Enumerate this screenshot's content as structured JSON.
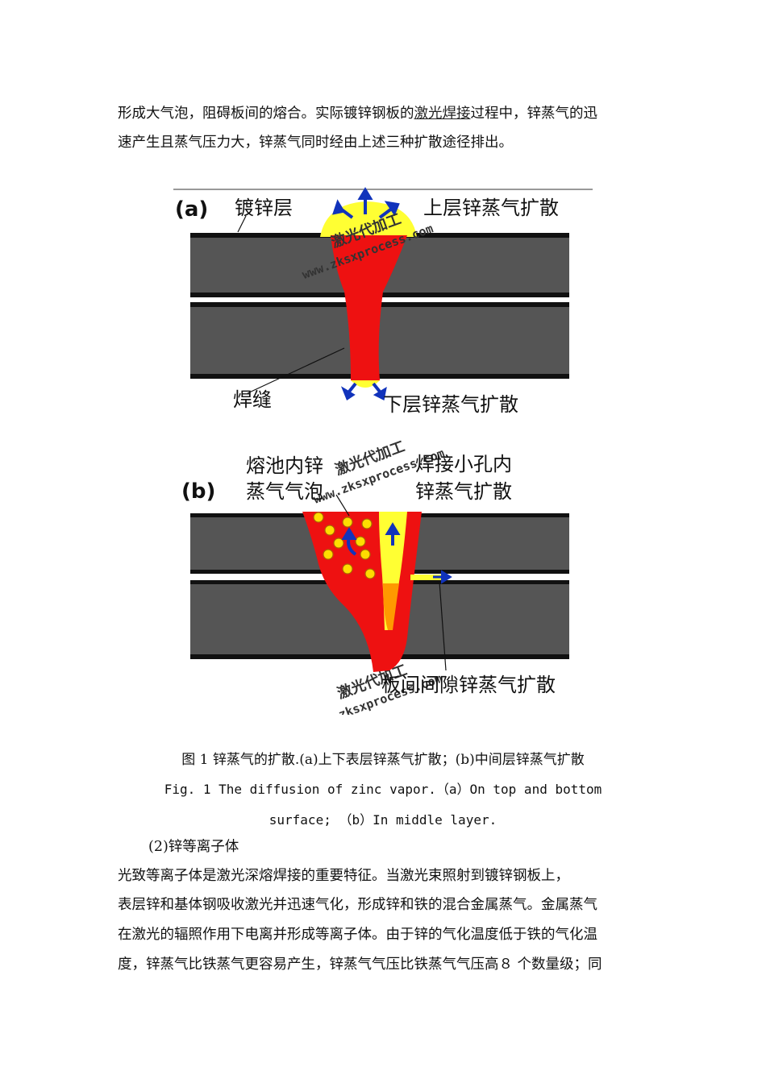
{
  "intro": {
    "line1_before": "形成大气泡，阻碍板间的熔合。实际镀锌钢板的",
    "line1_link": "激光焊接",
    "line1_after": "过程中，锌蒸气的迅",
    "line2": "速产生且蒸气压力大，锌蒸气同时经由上述三种扩散途径排出。"
  },
  "figure": {
    "a": {
      "panel": "(a)",
      "coating_label": "镀锌层",
      "top_diffusion_label": "上层锌蒸气扩散",
      "weld_label": "焊缝",
      "bottom_diffusion_label": "下层锌蒸气扩散"
    },
    "b": {
      "panel": "(b)",
      "bubble_label_line1": "熔池内锌",
      "bubble_label_line2": "蒸气气泡",
      "keyhole_label_line1": "焊接小孔内",
      "keyhole_label_line2": "锌蒸气扩散",
      "gap_label": "板间间隙锌蒸气扩散"
    },
    "watermark_cn": "激光代加工",
    "watermark_url": "www.zksxprocess.com",
    "colors": {
      "steel": "#555555",
      "weld": "#ee1111",
      "vapor": "#ffff33",
      "arrow": "#1133bb",
      "hot": "#ff9900"
    }
  },
  "caption": {
    "cn": "图 1 锌蒸气的扩散.(a)上下表层锌蒸气扩散；(b)中间层锌蒸气扩散",
    "en_line1": "Fig. 1 The diffusion of zinc vapor.（a）On top and bottom",
    "en_line2": "surface; （b）In middle layer."
  },
  "section": {
    "heading": "(2)锌等离子体",
    "body_lines": [
      "光致等离子体是激光深熔焊接的重要特征。当激光束照射到镀锌钢板上，",
      "表层锌和基体钢吸收激光并迅速气化，形成锌和铁的混合金属蒸气。金属蒸气",
      "在激光的辐照作用下电离并形成等离子体。由于锌的气化温度低于铁的气化温",
      "度，锌蒸气比铁蒸气更容易产生，锌蒸气气压比铁蒸气气压高８ 个数量级；同"
    ]
  }
}
